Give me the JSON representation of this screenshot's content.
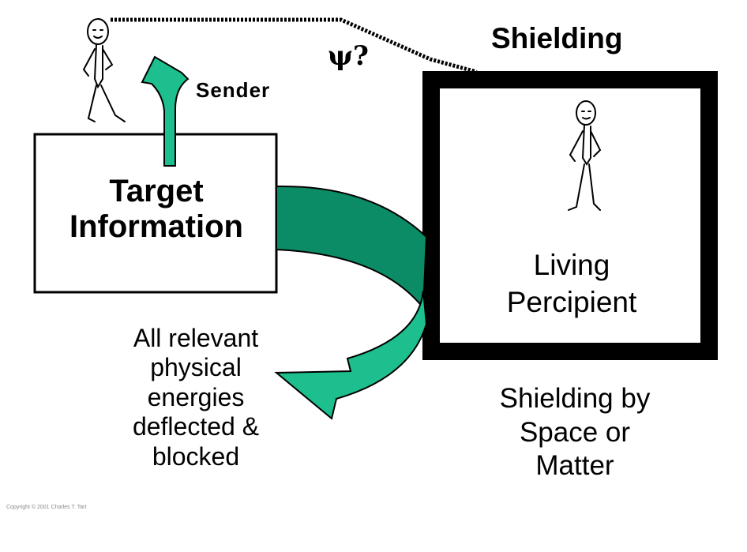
{
  "labels": {
    "shielding": "Shielding",
    "psi": "ψ?",
    "sender": "Sender",
    "target_line1": "Target",
    "target_line2": "Information",
    "percipient_line1": "Living",
    "percipient_line2": "Percipient",
    "energies_lines": [
      "All relevant",
      "physical",
      "energies",
      "deflected &",
      "blocked"
    ],
    "shielding_by_lines": [
      "Shielding by",
      "Space or",
      "Matter"
    ],
    "copyright": "Copyright © 2001 Charles T. Tart"
  },
  "icons": {
    "sender_figure": "stick-figure-icon",
    "percipient_figure": "stick-figure-icon",
    "up_arrow": "curved-up-arrow-icon",
    "deflect_arrow": "curved-deflection-arrow-icon"
  },
  "colors": {
    "arrow_light": "#1dbf8e",
    "arrow_dark": "#0c8c66",
    "outline": "#000000"
  }
}
